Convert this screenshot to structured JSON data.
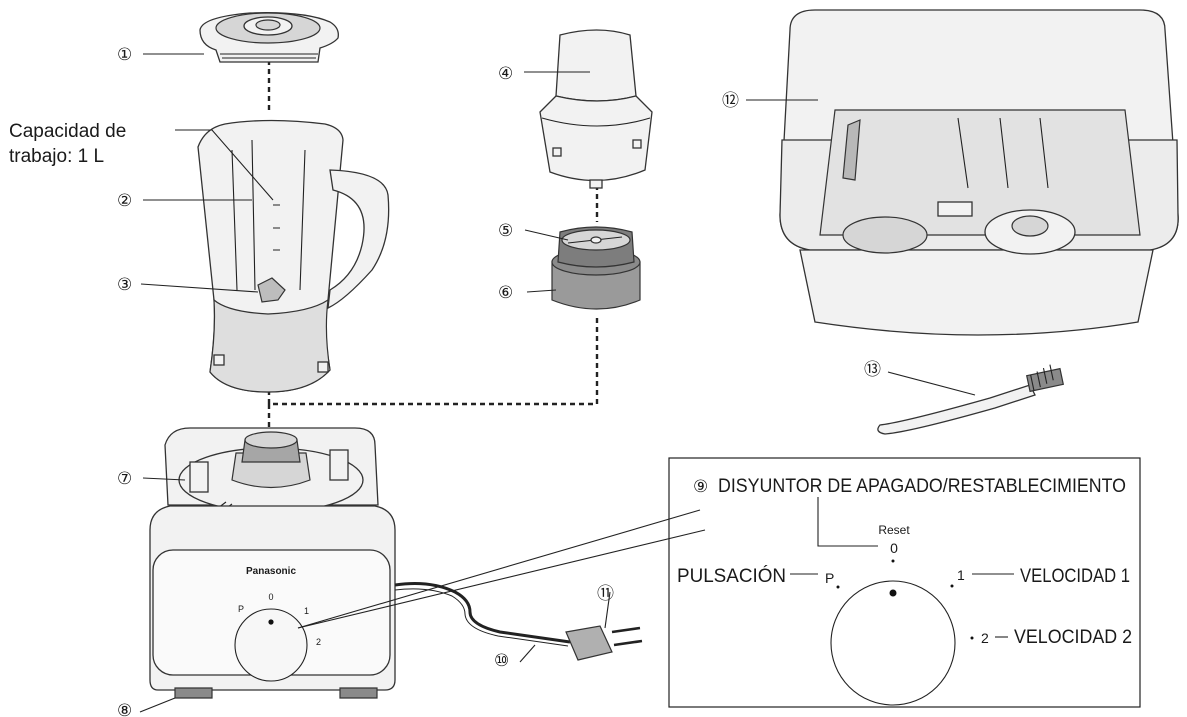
{
  "callouts": {
    "c1": "①",
    "c2": "②",
    "c3": "③",
    "c4": "④",
    "c5": "⑤",
    "c6": "⑥",
    "c7": "⑦",
    "c8": "⑧",
    "c9": "⑨",
    "c10": "⑩",
    "c11": "⑪",
    "c12": "⑫",
    "c13": "⑬"
  },
  "capacity": {
    "line1": "Capacidad de",
    "line2": "trabajo: 1 L"
  },
  "base": {
    "brand": "Panasonic",
    "dial_labels": {
      "p": "P",
      "zero": "0",
      "one": "1",
      "two": "2"
    }
  },
  "detail": {
    "breaker_label": "DISYUNTOR DE APAGADO/RESTABLECIMIENTO",
    "reset": "Reset",
    "zero": "0",
    "pulse_label": "PULSACIÓN",
    "p": "P",
    "one": "1",
    "two": "2",
    "speed1_label": "VELOCIDAD 1",
    "speed2_label": "VELOCIDAD 2"
  }
}
